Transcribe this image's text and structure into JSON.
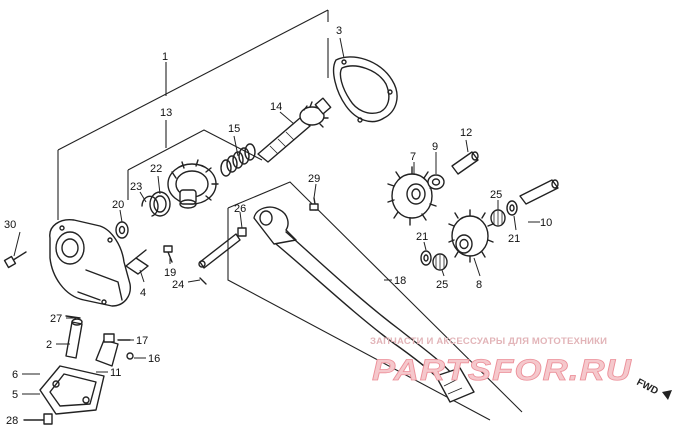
{
  "callouts": {
    "c1": "1",
    "c2": "2",
    "c3": "3",
    "c4": "4",
    "c5": "5",
    "c6": "6",
    "c7": "7",
    "c8": "8",
    "c9": "9",
    "c10": "10",
    "c11": "11",
    "c12": "12",
    "c13": "13",
    "c14": "14",
    "c15": "15",
    "c16": "16",
    "c17": "17",
    "c18": "18",
    "c19": "19",
    "c20": "20",
    "c21a": "21",
    "c21b": "21",
    "c22": "22",
    "c23": "23",
    "c24": "24",
    "c25a": "25",
    "c25b": "25",
    "c26": "26",
    "c27": "27",
    "c28": "28",
    "c29": "29",
    "c30": "30"
  },
  "direction_label": "FWD",
  "watermark": {
    "tagline": "ЗАПЧАСТИ И АКСЕССУАРЫ ДЛЯ МОТОТЕХНИКИ",
    "brand": "PARTSFOR.RU"
  },
  "colors": {
    "line": "#222222",
    "watermark_fill": "#f5c8cc",
    "watermark_stroke": "#ec8f99",
    "background": "#ffffff"
  }
}
